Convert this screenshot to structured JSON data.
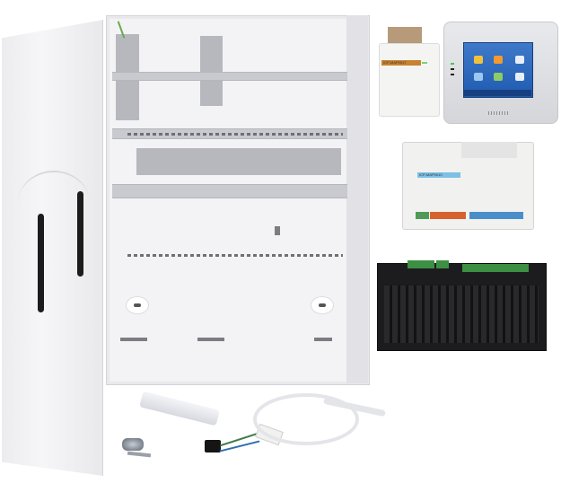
{
  "scene": {
    "description": "Product kit photo: wall enclosure cabinet with open door, power supply, I/O modules, touchscreen keypad and accessories",
    "background_color": "#ffffff"
  },
  "modules": {
    "small_module": {
      "label": "ICP-MAP0017",
      "label_color": "#c7832f",
      "led_color": "#7ed26b"
    },
    "io_controller": {
      "label": "ICP-MAP0010",
      "label_color": "#7cc0e6",
      "terminal_colors": [
        "#4f9a58",
        "#d8622f",
        "#4a8ec9",
        "#3470b6"
      ]
    },
    "keypad": {
      "screen_color": "#2a66bd",
      "screen_icons": [
        "lock-closed-icon",
        "lock-open-icon",
        "user-icon",
        "schedule-icon",
        "status-icon",
        "service-icon"
      ],
      "led_colors": [
        "#46c94a",
        "#222222",
        "#222222"
      ]
    },
    "power_supply": {
      "body_color": "#1c1c1e",
      "terminal_color": "#3c8f43"
    }
  },
  "accessories": [
    "tamper-switch",
    "cam-lock-with-keys",
    "ground-wire-harness",
    "cable-tube"
  ]
}
